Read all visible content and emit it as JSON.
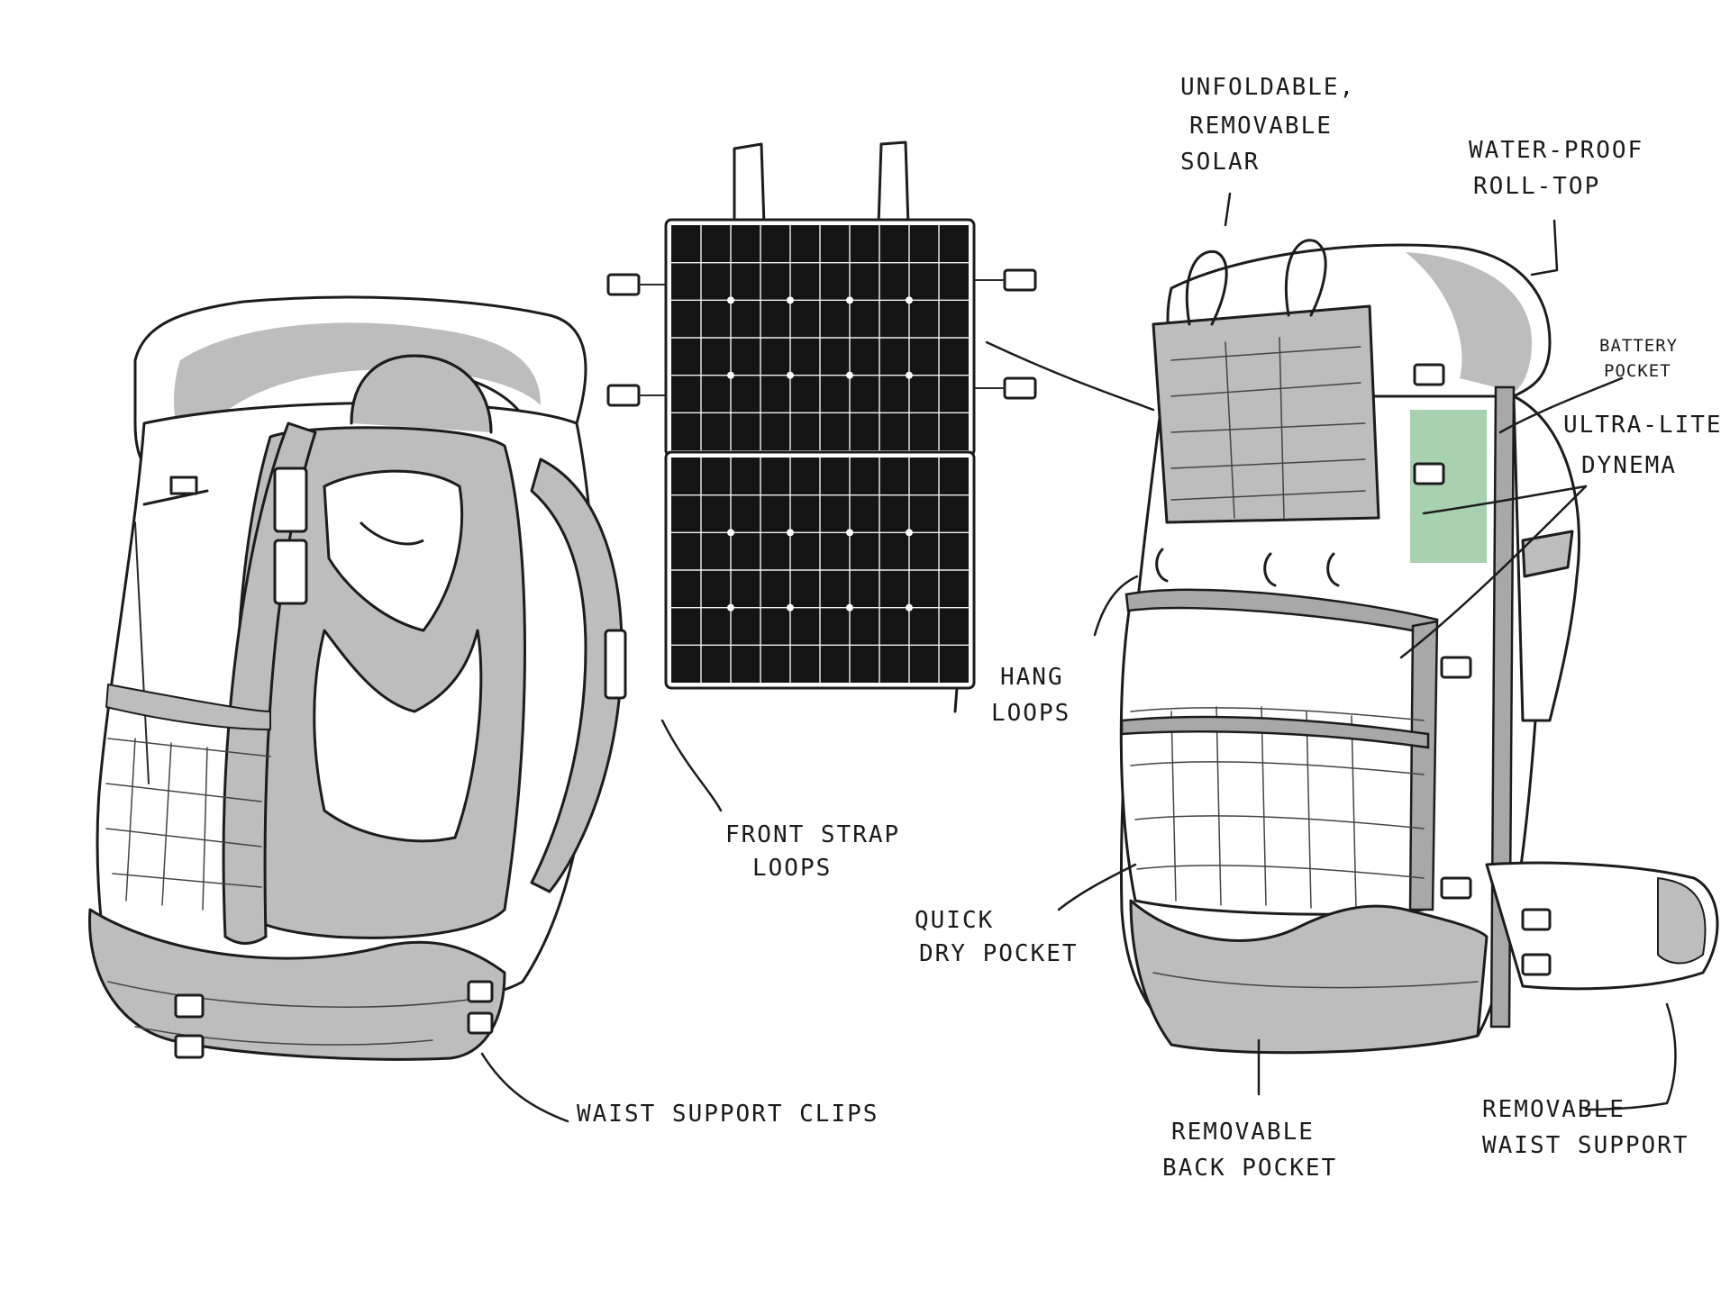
{
  "sketch": {
    "accent_colors": {
      "ink": "#1c1c1c",
      "shade_gray": "#bdbdbd",
      "dyneema_green": "#a8d1b0"
    },
    "labels": {
      "solar_line1": "UNFOLDABLE,",
      "solar_line2": "REMOVABLE",
      "solar_line3": "SOLAR",
      "rolltop_line1": "WATER-PROOF",
      "rolltop_line2": "ROLL-TOP",
      "battery_line1": "BATTERY",
      "battery_line2": "POCKET",
      "dyneema_line1": "ULTRA-LITE",
      "dyneema_line2": "DYNEMA",
      "hang_line1": "HANG",
      "hang_line2": "LOOPS",
      "front_strap_line1": "FRONT STRAP",
      "front_strap_line2": "LOOPS",
      "quick_dry_line1": "QUICK",
      "quick_dry_line2": "DRY POCKET",
      "waist_clips": "WAIST SUPPORT CLIPS",
      "back_pocket_line1": "REMOVABLE",
      "back_pocket_line2": "BACK POCKET",
      "waist_support_line1": "REMOVABLE",
      "waist_support_line2": "WAIST SUPPORT"
    }
  }
}
